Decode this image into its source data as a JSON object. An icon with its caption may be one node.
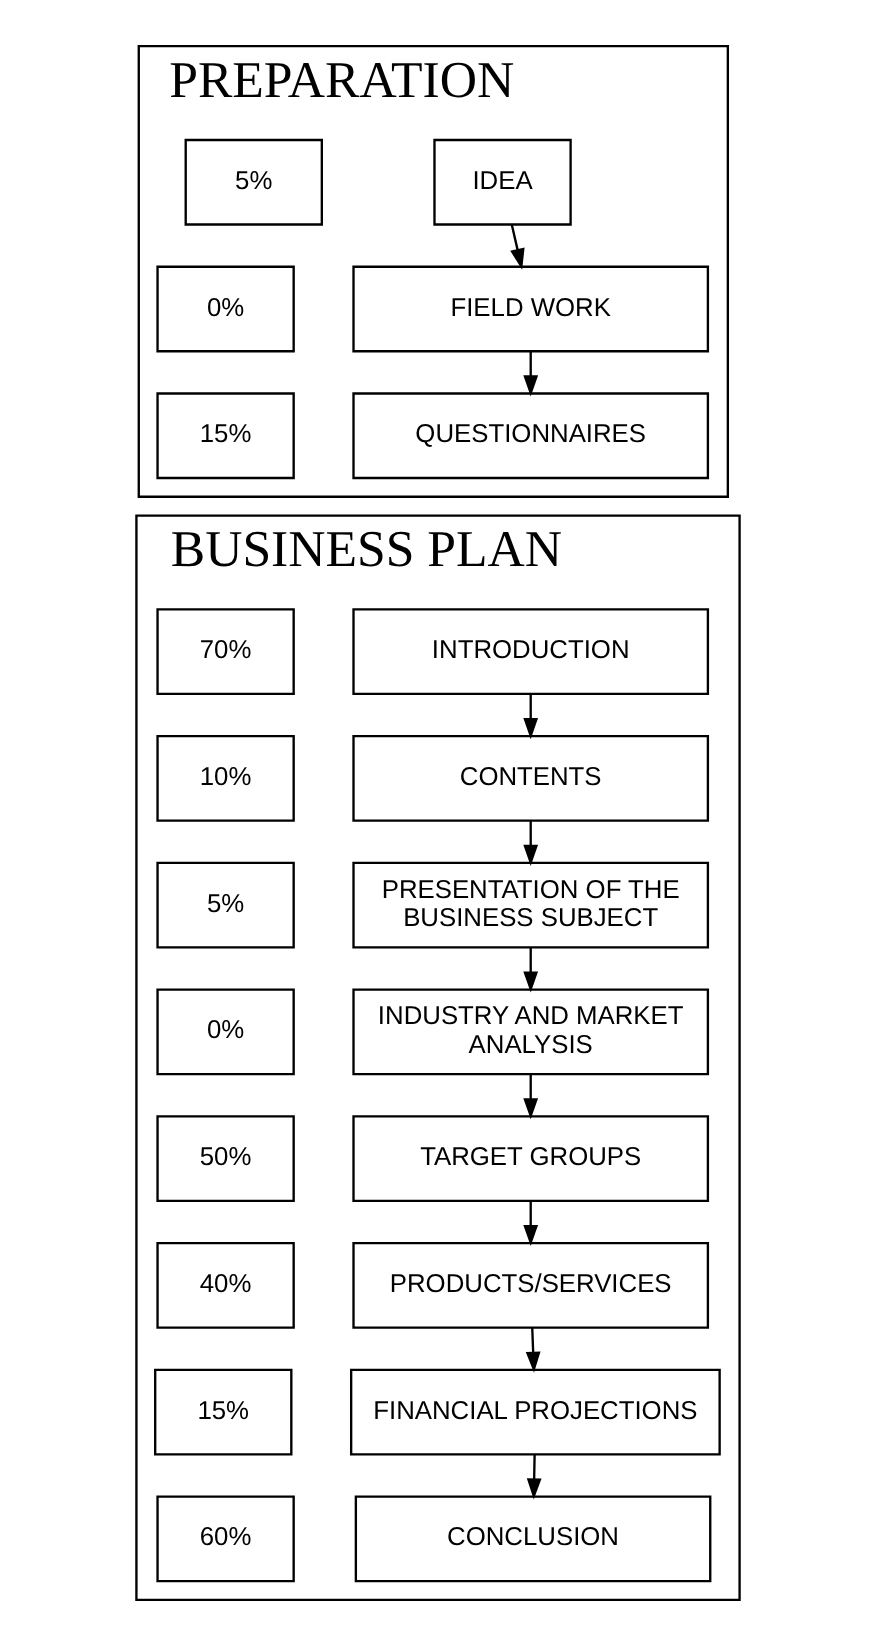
{
  "diagram": {
    "nodes": [
      {
        "text": [
          "PREPARATION"
        ]
      },
      {
        "text": [
          "5%"
        ],
        "in": 0
      },
      {
        "text": [
          "IDEA"
        ],
        "in": 0
      },
      {
        "text": [
          "0%"
        ],
        "in": 0
      },
      {
        "text": [
          "FIELD WORK"
        ],
        "in": 0
      },
      {
        "text": [
          "15%"
        ],
        "in": 0
      },
      {
        "text": [
          "QUESTIONNAIRES"
        ],
        "in": 0
      },
      {
        "text": [
          "BUSINESS PLAN"
        ]
      },
      {
        "text": [
          "70%"
        ],
        "in": 7
      },
      {
        "text": [
          "INTRODUCTION"
        ],
        "in": 7
      },
      {
        "text": [
          "10%"
        ],
        "in": 7
      },
      {
        "text": [
          "CONTENTS"
        ],
        "in": 7
      },
      {
        "text": [
          "5%"
        ],
        "in": 7
      },
      {
        "text": [
          "PRESENTATION OF THE BUSINESS SUBJECT"
        ],
        "in": 7
      },
      {
        "text": [
          "0%"
        ],
        "in": 7
      },
      {
        "text": [
          "INDUSTRY AND MARKET ANALYSIS"
        ],
        "in": 7
      },
      {
        "text": [
          "50%"
        ],
        "in": 7
      },
      {
        "text": [
          "TARGET GROUPS"
        ],
        "in": 7
      },
      {
        "text": [
          "40%"
        ],
        "in": 7
      },
      {
        "text": [
          "PRODUCTS/SERVICES"
        ],
        "in": 7
      },
      {
        "text": [
          "15%"
        ],
        "in": 7
      },
      {
        "text": [
          "FINANCIAL PROJECTIONS"
        ],
        "in": 7
      },
      {
        "text": [
          "60%"
        ],
        "in": 7
      },
      {
        "text": [
          "CONCLUSION"
        ],
        "in": 7
      }
    ],
    "edges": [
      {
        "from": 2,
        "to": 4,
        "arrow": "to"
      },
      {
        "from": 4,
        "to": 6,
        "arrow": "to"
      },
      {
        "from": 9,
        "to": 11,
        "arrow": "to"
      },
      {
        "from": 11,
        "to": 13,
        "arrow": "to"
      },
      {
        "from": 13,
        "to": 15,
        "arrow": "to"
      },
      {
        "from": 15,
        "to": 17,
        "arrow": "to"
      },
      {
        "from": 17,
        "to": 19,
        "arrow": "to"
      },
      {
        "from": 19,
        "to": 21,
        "arrow": "to"
      },
      {
        "from": 21,
        "to": 23,
        "arrow": "to"
      }
    ]
  }
}
